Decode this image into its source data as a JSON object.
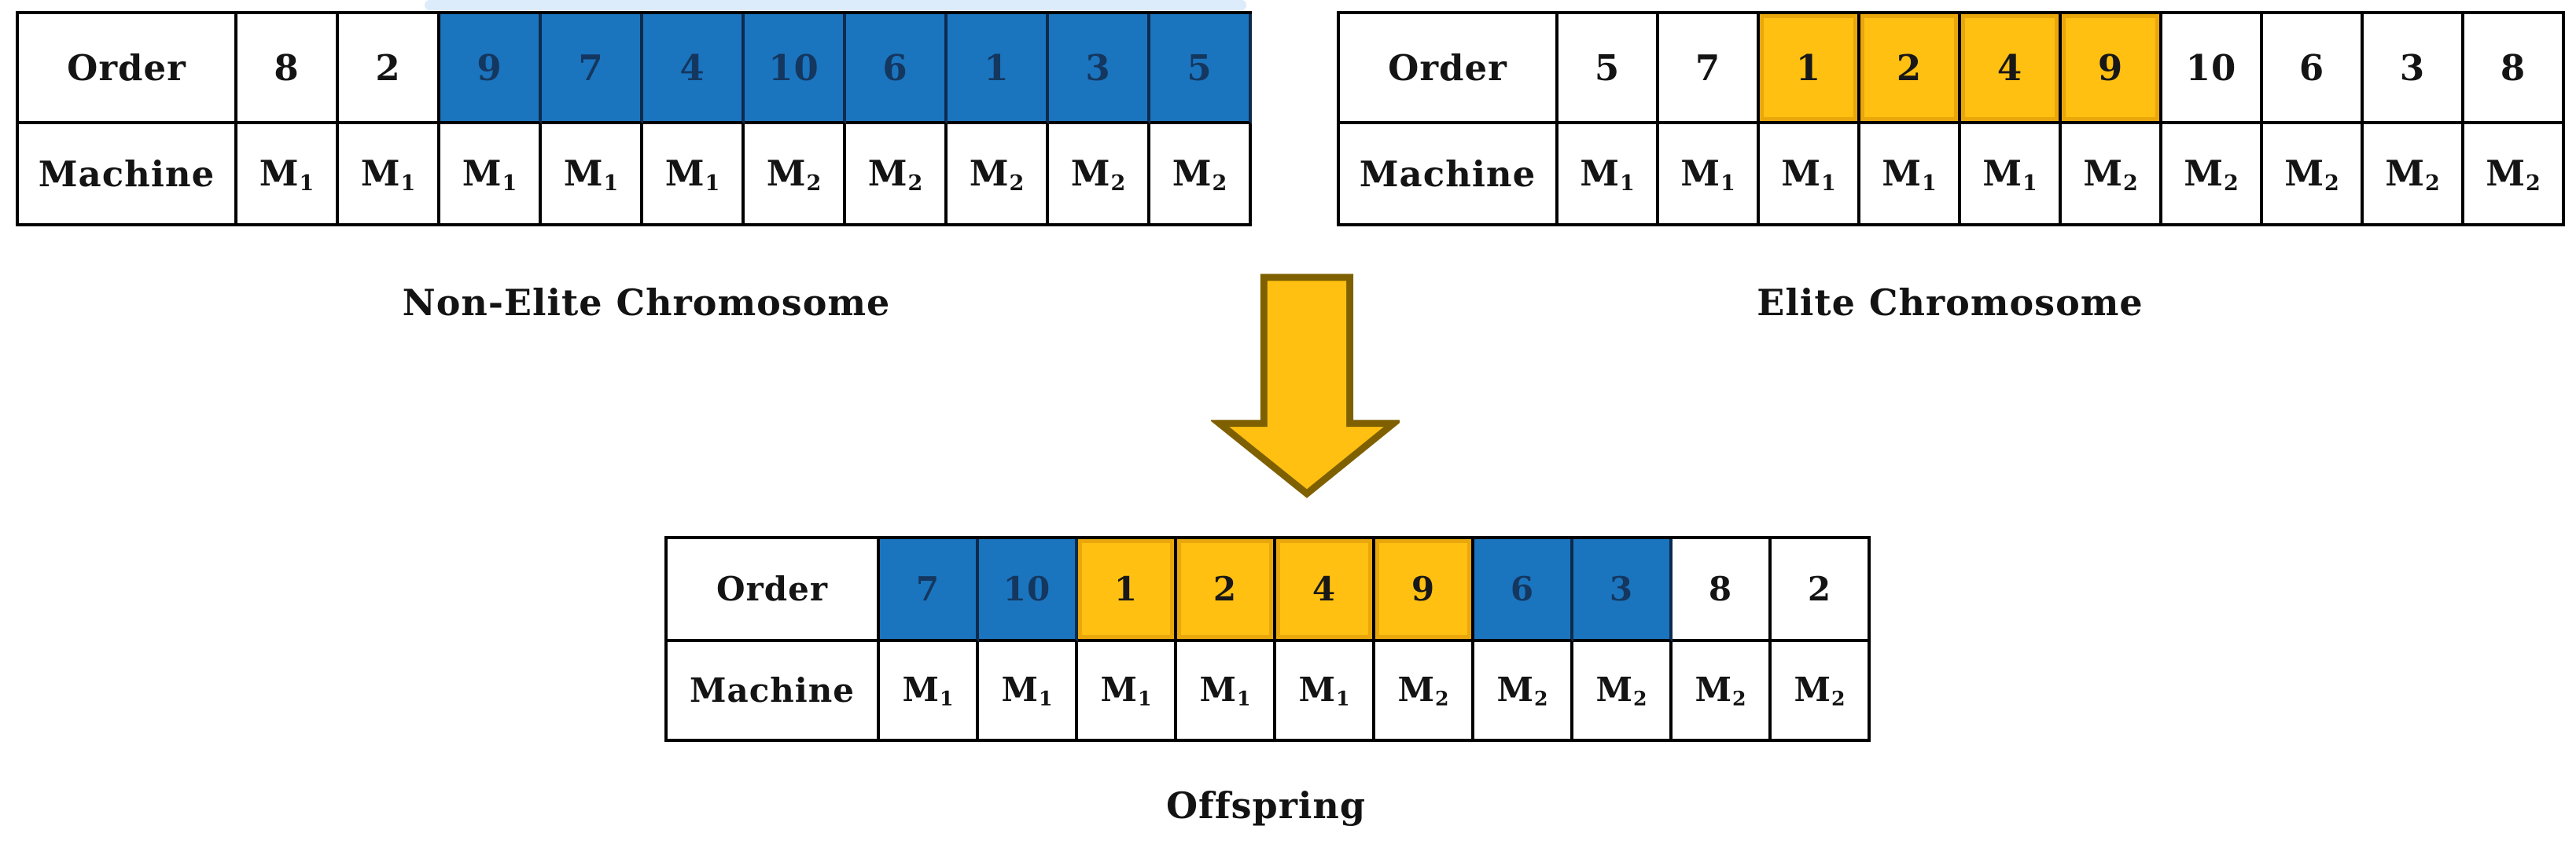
{
  "colors": {
    "non_elite_highlight": "#1B74BE",
    "non_elite_digit": "#14375F",
    "elite_highlight": "#FFC011",
    "elite_highlight_border": "#E9A70C",
    "arrow_fill": "#FFC011",
    "arrow_stroke": "#7F6000",
    "table_border": "#000000",
    "text": "#141414"
  },
  "tables": {
    "non_elite": {
      "label": "Non-Elite Chromosome",
      "row_headers": {
        "order": "Order",
        "machine": "Machine"
      },
      "cells": [
        {
          "order": "8",
          "machine": {
            "base": "M",
            "sub": "1"
          },
          "highlight": "none"
        },
        {
          "order": "2",
          "machine": {
            "base": "M",
            "sub": "1"
          },
          "highlight": "none"
        },
        {
          "order": "9",
          "machine": {
            "base": "M",
            "sub": "1"
          },
          "highlight": "blue"
        },
        {
          "order": "7",
          "machine": {
            "base": "M",
            "sub": "1"
          },
          "highlight": "blue"
        },
        {
          "order": "4",
          "machine": {
            "base": "M",
            "sub": "1"
          },
          "highlight": "blue"
        },
        {
          "order": "10",
          "machine": {
            "base": "M",
            "sub": "2"
          },
          "highlight": "blue"
        },
        {
          "order": "6",
          "machine": {
            "base": "M",
            "sub": "2"
          },
          "highlight": "blue"
        },
        {
          "order": "1",
          "machine": {
            "base": "M",
            "sub": "2"
          },
          "highlight": "blue"
        },
        {
          "order": "3",
          "machine": {
            "base": "M",
            "sub": "2"
          },
          "highlight": "blue"
        },
        {
          "order": "5",
          "machine": {
            "base": "M",
            "sub": "2"
          },
          "highlight": "blue"
        }
      ]
    },
    "elite": {
      "label": "Elite Chromosome",
      "row_headers": {
        "order": "Order",
        "machine": "Machine"
      },
      "cells": [
        {
          "order": "5",
          "machine": {
            "base": "M",
            "sub": "1"
          },
          "highlight": "none"
        },
        {
          "order": "7",
          "machine": {
            "base": "M",
            "sub": "1"
          },
          "highlight": "none"
        },
        {
          "order": "1",
          "machine": {
            "base": "M",
            "sub": "1"
          },
          "highlight": "yellow"
        },
        {
          "order": "2",
          "machine": {
            "base": "M",
            "sub": "1"
          },
          "highlight": "yellow"
        },
        {
          "order": "4",
          "machine": {
            "base": "M",
            "sub": "1"
          },
          "highlight": "yellow"
        },
        {
          "order": "9",
          "machine": {
            "base": "M",
            "sub": "2"
          },
          "highlight": "yellow"
        },
        {
          "order": "10",
          "machine": {
            "base": "M",
            "sub": "2"
          },
          "highlight": "none"
        },
        {
          "order": "6",
          "machine": {
            "base": "M",
            "sub": "2"
          },
          "highlight": "none"
        },
        {
          "order": "3",
          "machine": {
            "base": "M",
            "sub": "2"
          },
          "highlight": "none"
        },
        {
          "order": "8",
          "machine": {
            "base": "M",
            "sub": "2"
          },
          "highlight": "none"
        }
      ]
    },
    "offspring": {
      "label": "Offspring",
      "row_headers": {
        "order": "Order",
        "machine": "Machine"
      },
      "cells": [
        {
          "order": "7",
          "machine": {
            "base": "M",
            "sub": "1"
          },
          "highlight": "blue"
        },
        {
          "order": "10",
          "machine": {
            "base": "M",
            "sub": "1"
          },
          "highlight": "blue"
        },
        {
          "order": "1",
          "machine": {
            "base": "M",
            "sub": "1"
          },
          "highlight": "yellow"
        },
        {
          "order": "2",
          "machine": {
            "base": "M",
            "sub": "1"
          },
          "highlight": "yellow"
        },
        {
          "order": "4",
          "machine": {
            "base": "M",
            "sub": "1"
          },
          "highlight": "yellow"
        },
        {
          "order": "9",
          "machine": {
            "base": "M",
            "sub": "2"
          },
          "highlight": "yellow"
        },
        {
          "order": "6",
          "machine": {
            "base": "M",
            "sub": "2"
          },
          "highlight": "blue"
        },
        {
          "order": "3",
          "machine": {
            "base": "M",
            "sub": "2"
          },
          "highlight": "blue"
        },
        {
          "order": "8",
          "machine": {
            "base": "M",
            "sub": "2"
          },
          "highlight": "none"
        },
        {
          "order": "2",
          "machine": {
            "base": "M",
            "sub": "2"
          },
          "highlight": "none"
        }
      ]
    }
  },
  "arrow": {
    "icon": "down-block-arrow"
  }
}
